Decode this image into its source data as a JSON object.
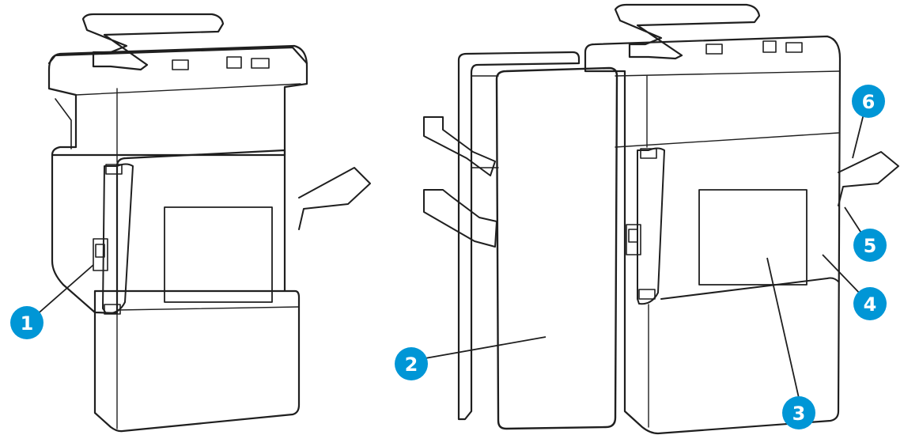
{
  "colors": {
    "callout_fill": "#0096D6",
    "callout_text": "#FFFFFF",
    "outline": "#1F1F1F",
    "background": "#FFFFFF"
  },
  "callouts": [
    {
      "id": "1",
      "label": "1"
    },
    {
      "id": "2",
      "label": "2"
    },
    {
      "id": "3",
      "label": "3"
    },
    {
      "id": "4",
      "label": "4"
    },
    {
      "id": "5",
      "label": "5"
    },
    {
      "id": "6",
      "label": "6"
    }
  ]
}
